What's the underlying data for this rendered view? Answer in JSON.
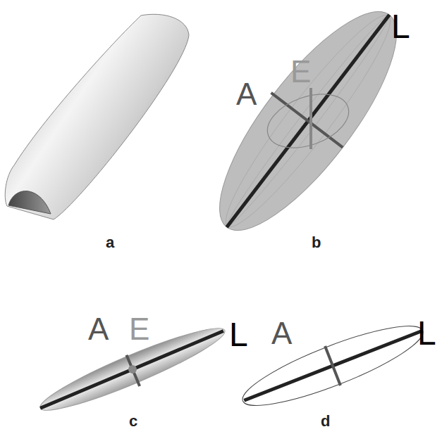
{
  "diagram": {
    "labels": [
      "L",
      "E",
      "A",
      "a",
      "b",
      "A",
      "E",
      "L",
      "A",
      "L",
      "c",
      "d"
    ]
  }
}
